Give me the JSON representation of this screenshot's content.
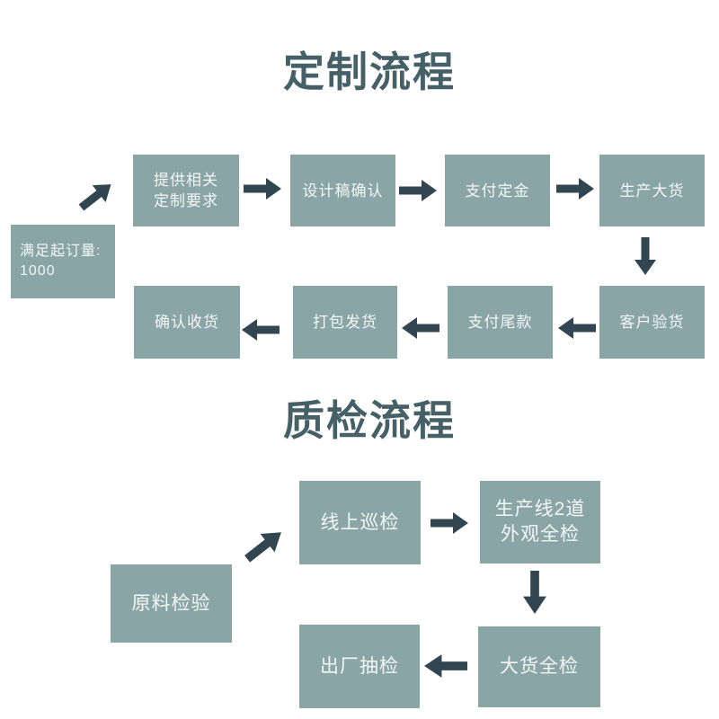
{
  "colors": {
    "box_fill": "#8aa5a6",
    "box_text": "#f4f6f6",
    "title_text": "#456067",
    "arrow": "#314650"
  },
  "custom_flow": {
    "title": "定制流程",
    "steps": [
      {
        "label": "满足起订量:\n1000"
      },
      {
        "label": "提供相关\n定制要求"
      },
      {
        "label": "设计稿确认"
      },
      {
        "label": "支付定金"
      },
      {
        "label": "生产大货"
      },
      {
        "label": "客户验货"
      },
      {
        "label": "支付尾款"
      },
      {
        "label": "打包发货"
      },
      {
        "label": "确认收货"
      }
    ]
  },
  "qc_flow": {
    "title": "质检流程",
    "steps": [
      {
        "label": "原料检验"
      },
      {
        "label": "线上巡检"
      },
      {
        "label": "生产线2道\n外观全检"
      },
      {
        "label": "大货全检"
      },
      {
        "label": "出厂抽检"
      }
    ]
  }
}
